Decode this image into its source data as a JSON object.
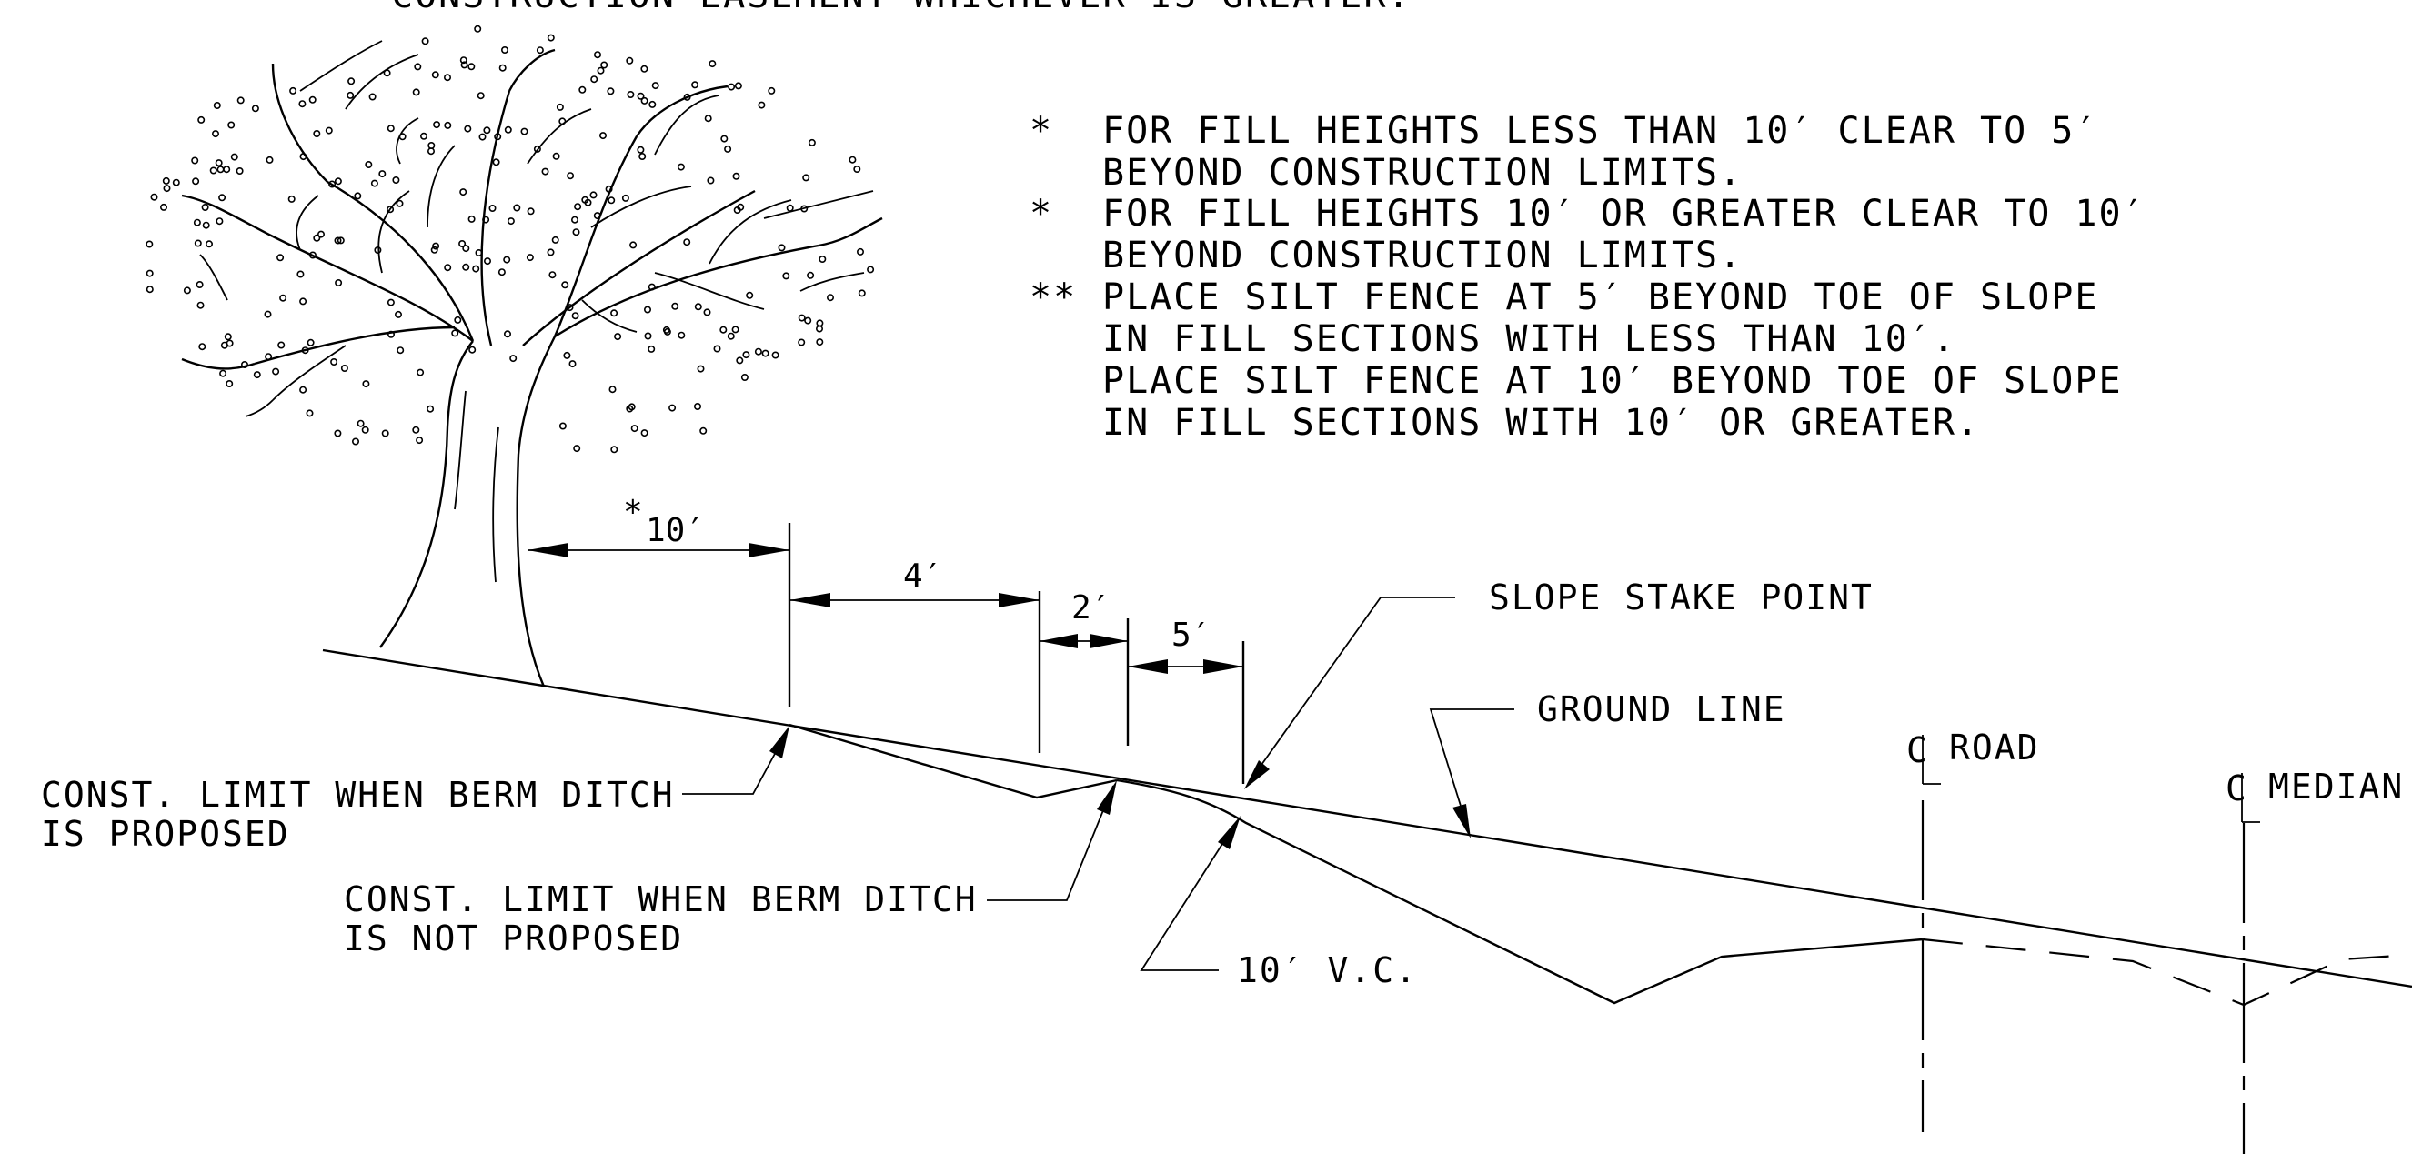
{
  "top_note_partial": "CONSTRUCTION EASEMENT WHICHEVER IS GREATER.",
  "notes": [
    {
      "marker": "*",
      "lines": [
        "FOR FILL HEIGHTS LESS THAN 10′ CLEAR TO 5′",
        "BEYOND CONSTRUCTION LIMITS."
      ]
    },
    {
      "marker": "*",
      "lines": [
        "FOR FILL HEIGHTS 10′ OR GREATER CLEAR TO 10′",
        "BEYOND CONSTRUCTION LIMITS."
      ]
    },
    {
      "marker": "**",
      "lines": [
        "PLACE SILT FENCE AT 5′ BEYOND TOE OF SLOPE",
        "IN FILL SECTIONS WITH LESS THAN 10′.",
        "PLACE SILT FENCE AT 10′ BEYOND TOE OF SLOPE",
        "IN FILL SECTIONS WITH 10′ OR GREATER."
      ]
    }
  ],
  "dimensions": {
    "tree_clear": {
      "prefix": "*",
      "value": "10′"
    },
    "berm": "4′",
    "ditch_a": "2′",
    "ditch_b": "5′"
  },
  "labels": {
    "slope_stake_point": "SLOPE STAKE POINT",
    "ground_line": "GROUND LINE",
    "cl_road": "ROAD",
    "cl_median": "MEDIAN",
    "const_limit_berm": [
      "CONST. LIMIT WHEN BERM DITCH",
      "IS PROPOSED"
    ],
    "const_limit_no_berm": [
      "CONST. LIMIT WHEN BERM DITCH",
      "IS NOT PROPOSED"
    ],
    "vertical_curve": "10′ V.C."
  },
  "icons": {
    "centerline": "centerline-symbol-icon",
    "tree": "tree-icon"
  }
}
